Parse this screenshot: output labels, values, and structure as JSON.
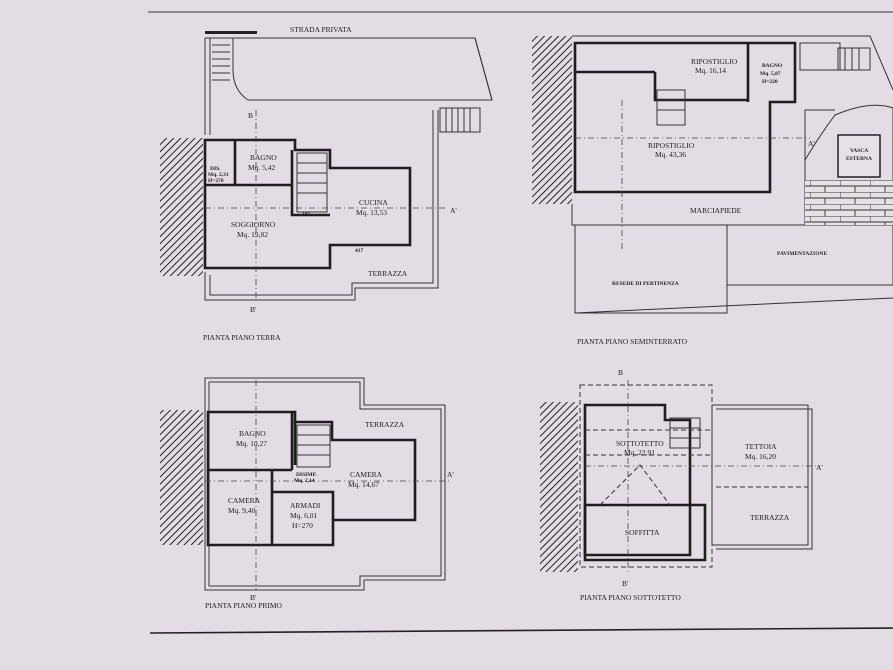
{
  "colors": {
    "paper": "#e4dce4",
    "ink": "#1e1e1e"
  },
  "ground_floor": {
    "title": "PIANTA PIANO TERRA",
    "road": "STRADA PRIVATA",
    "rooms": [
      {
        "name": "BAGNO",
        "area": "Mq. 5,42"
      },
      {
        "name": "DIS.",
        "area": "Mq. 2,31",
        "height": "H=270"
      },
      {
        "name": "CUCINA",
        "area": "Mq. 13,53"
      },
      {
        "name": "SOGGIORNO",
        "area": "Mq. 19,82"
      }
    ],
    "terrace": "TERRAZZA",
    "dims": [
      "101",
      "417"
    ],
    "section_marks": [
      "B",
      "B'",
      "A'"
    ]
  },
  "basement": {
    "title": "PIANTA PIANO SEMINTERRATO",
    "rooms": [
      {
        "name": "RIPOSTIGLIO",
        "area": "Mq. 16,14"
      },
      {
        "name": "BAGNO",
        "area": "Mq. 5,87",
        "height": "H=220"
      },
      {
        "name": "RIPOSTIGLIO",
        "area": "Mq. 43,36"
      }
    ],
    "tank": [
      "VASCA",
      "ESTERNA"
    ],
    "walkway": "MARCIAPIEDE",
    "paving": "PAVIMENTAZIONE",
    "yard": "RESEDE DI PERTINENZA",
    "section_marks": [
      "A'"
    ]
  },
  "first_floor": {
    "title": "PIANTA PIANO PRIMO",
    "rooms": [
      {
        "name": "BAGNO",
        "area": "Mq. 10,27"
      },
      {
        "name": "DISIMP.",
        "area": "Mq. 2,14"
      },
      {
        "name": "CAMERA",
        "area": "Mq. 14,67"
      },
      {
        "name": "CAMERA",
        "area": "Mq. 9,40"
      },
      {
        "name": "ARMADI",
        "area": "Mq. 6,01",
        "height": "H=270"
      }
    ],
    "terrace": "TERRAZZA",
    "section_marks": [
      "B'",
      "A'"
    ]
  },
  "attic": {
    "title": "PIANTA PIANO SOTTOTETTO",
    "rooms": [
      {
        "name": "SOTTOTETTO",
        "area": "Mq. 22,91"
      },
      {
        "name": "TETTOIA",
        "area": "Mq. 16,20"
      },
      {
        "name": "SOFFITTA"
      }
    ],
    "terrace": "TERRAZZA",
    "section_marks": [
      "B",
      "B'",
      "A'"
    ]
  }
}
